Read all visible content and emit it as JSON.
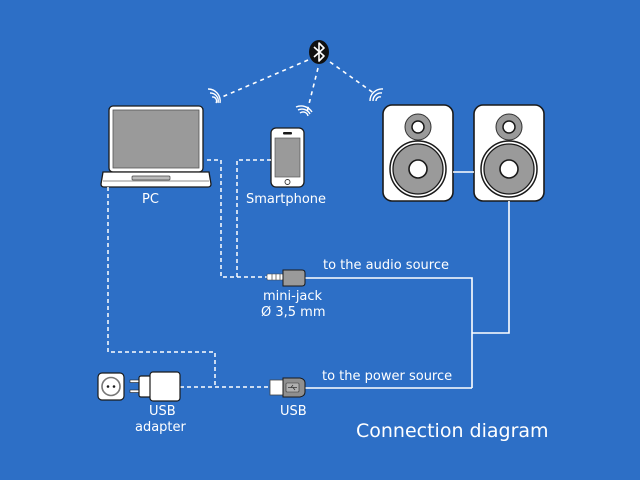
{
  "diagram": {
    "title": "Connection diagram",
    "colors": {
      "background": "#2d6fc6",
      "line": "#ffffff",
      "device_body": "#ffffff",
      "screen": "#9a9a9a",
      "outline": "#1a1a1a",
      "bluetooth_badge": "#111111"
    },
    "devices": {
      "pc": {
        "label": "PC",
        "icon": "laptop-icon"
      },
      "smartphone": {
        "label": "Smartphone",
        "icon": "smartphone-icon"
      },
      "speakers": {
        "label": "",
        "icon": "speaker-icon",
        "count": 2
      },
      "bluetooth": {
        "label": "",
        "icon": "bluetooth-icon"
      },
      "usb_adapter": {
        "label_line1": "USB",
        "label_line2": "adapter",
        "icon": "usb-adapter-icon"
      },
      "wall_socket": {
        "label": "",
        "icon": "wall-socket-icon"
      }
    },
    "connectors": {
      "mini_jack": {
        "label_line1": "mini-jack",
        "label_line2": "Ø 3,5 mm",
        "icon": "mini-jack-plug-icon"
      },
      "usb": {
        "label": "USB",
        "icon": "usb-plug-icon"
      }
    },
    "cables": {
      "audio": {
        "label": "to the audio source",
        "style": "solid"
      },
      "power": {
        "label": "to the power source",
        "style": "solid"
      },
      "wireless": {
        "style": "dashed"
      },
      "wired_alternatives": {
        "style": "dashed"
      }
    }
  }
}
